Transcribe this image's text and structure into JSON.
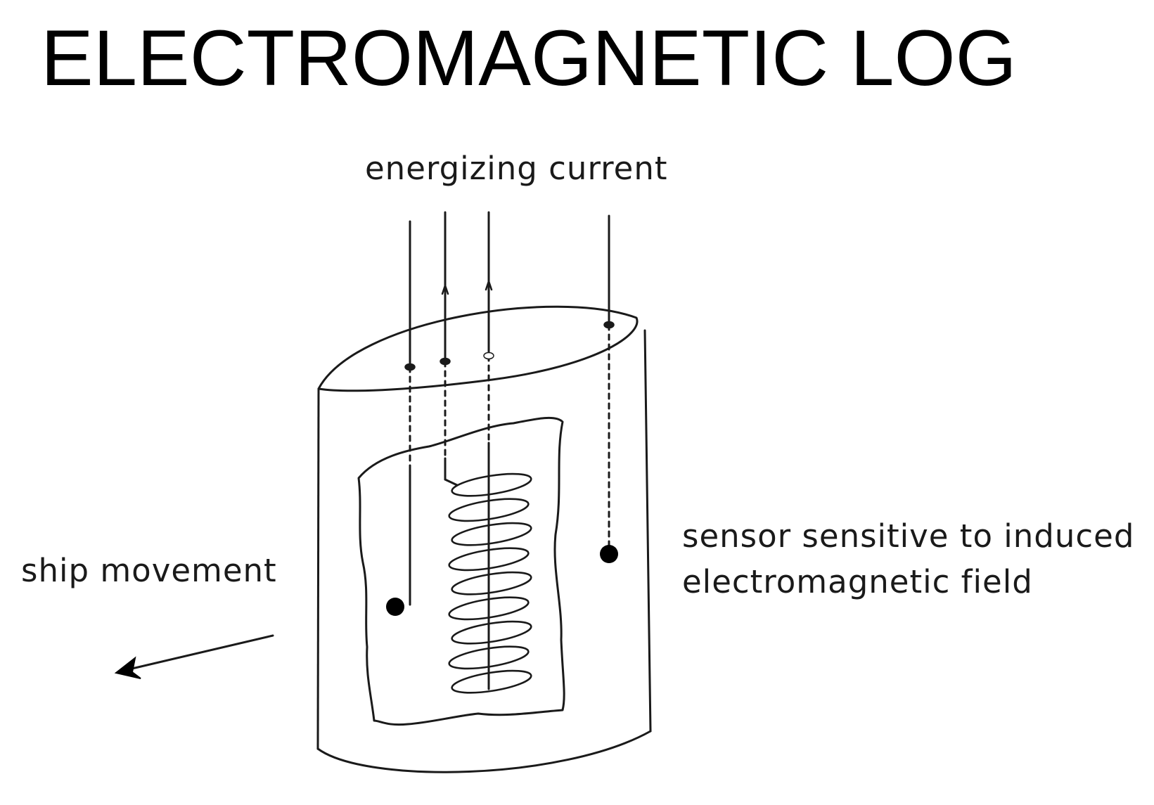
{
  "title": "ELECTROMAGNETIC LOG",
  "labels": {
    "energizing_current": "energizing current",
    "ship_movement": "ship movement",
    "sensor_line1": "sensor sensitive to induced",
    "sensor_line2": "electromagnetic field"
  },
  "colors": {
    "ink": "#1a1a1a",
    "background": "#ffffff"
  }
}
